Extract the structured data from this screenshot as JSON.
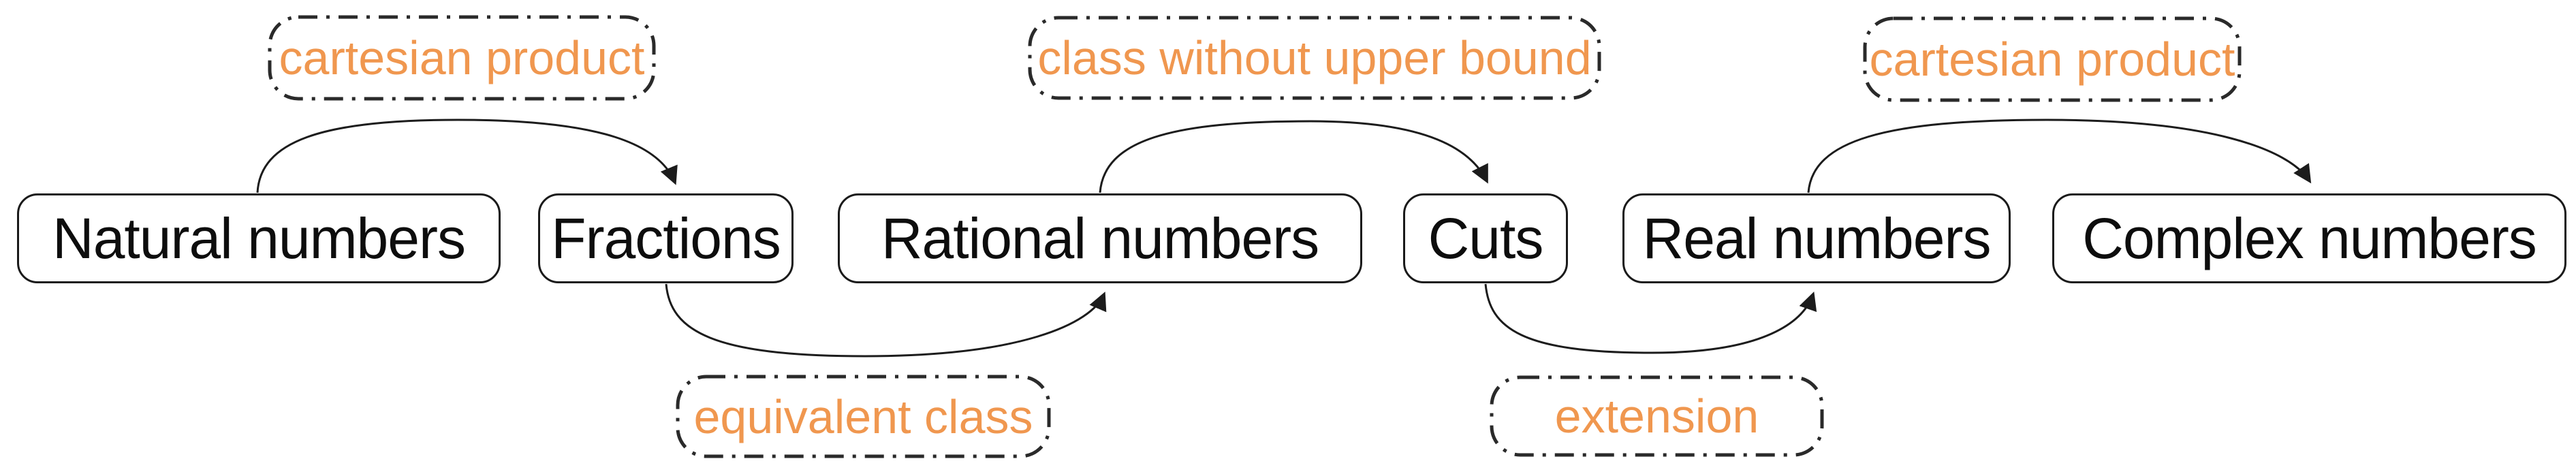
{
  "diagram": {
    "background_color": "#ffffff",
    "node_border_color": "#1a1a1a",
    "node_text_color": "#0d0d0d",
    "arrow_color": "#1c1c1c",
    "edge_label_text_color": "#F0974F",
    "edge_label_border_style": "dash-dot",
    "nodes": [
      {
        "id": "natural-numbers",
        "label": "Natural numbers"
      },
      {
        "id": "fractions",
        "label": "Fractions"
      },
      {
        "id": "rational-numbers",
        "label": "Rational numbers"
      },
      {
        "id": "cuts",
        "label": "Cuts"
      },
      {
        "id": "real-numbers",
        "label": "Real numbers"
      },
      {
        "id": "complex-numbers",
        "label": "Complex numbers"
      }
    ],
    "edges": [
      {
        "from": "Natural numbers",
        "to": "Fractions",
        "label": "cartesian product",
        "label_position": "above"
      },
      {
        "from": "Fractions",
        "to": "Rational numbers",
        "label": "equivalent class",
        "label_position": "below"
      },
      {
        "from": "Rational numbers",
        "to": "Cuts",
        "label": "class without upper bound",
        "label_position": "above"
      },
      {
        "from": "Cuts",
        "to": "Real numbers",
        "label": "extension",
        "label_position": "below"
      },
      {
        "from": "Real numbers",
        "to": "Complex numbers",
        "label": "cartesian product",
        "label_position": "above"
      }
    ]
  }
}
